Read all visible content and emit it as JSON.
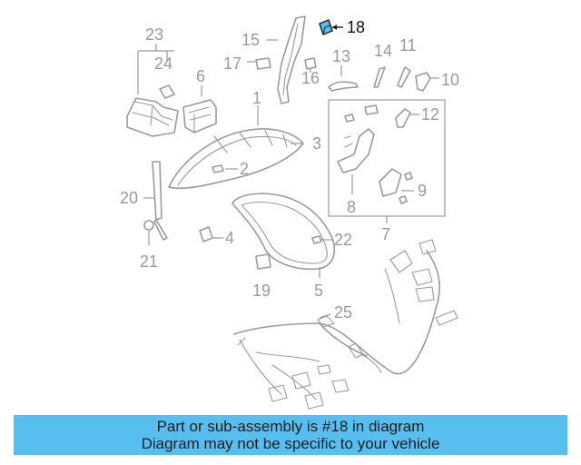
{
  "labels": {
    "l1": "1",
    "l2": "2",
    "l3": "3",
    "l4": "4",
    "l5": "5",
    "l6": "6",
    "l7": "7",
    "l8": "8",
    "l9": "9",
    "l10": "10",
    "l11": "11",
    "l12": "12",
    "l13": "13",
    "l14": "14",
    "l15": "15",
    "l16": "16",
    "l17": "17",
    "l18": "18",
    "l19": "19",
    "l20": "20",
    "l21": "21",
    "l22": "22",
    "l23": "23",
    "l24": "24",
    "l25": "25"
  },
  "highlight": {
    "part": "18",
    "color": "#57bef0"
  },
  "banner": {
    "line1": "Part or sub-assembly is #18 in diagram",
    "line2": "Diagram may not be specific to your vehicle",
    "color": "#57bef0"
  }
}
